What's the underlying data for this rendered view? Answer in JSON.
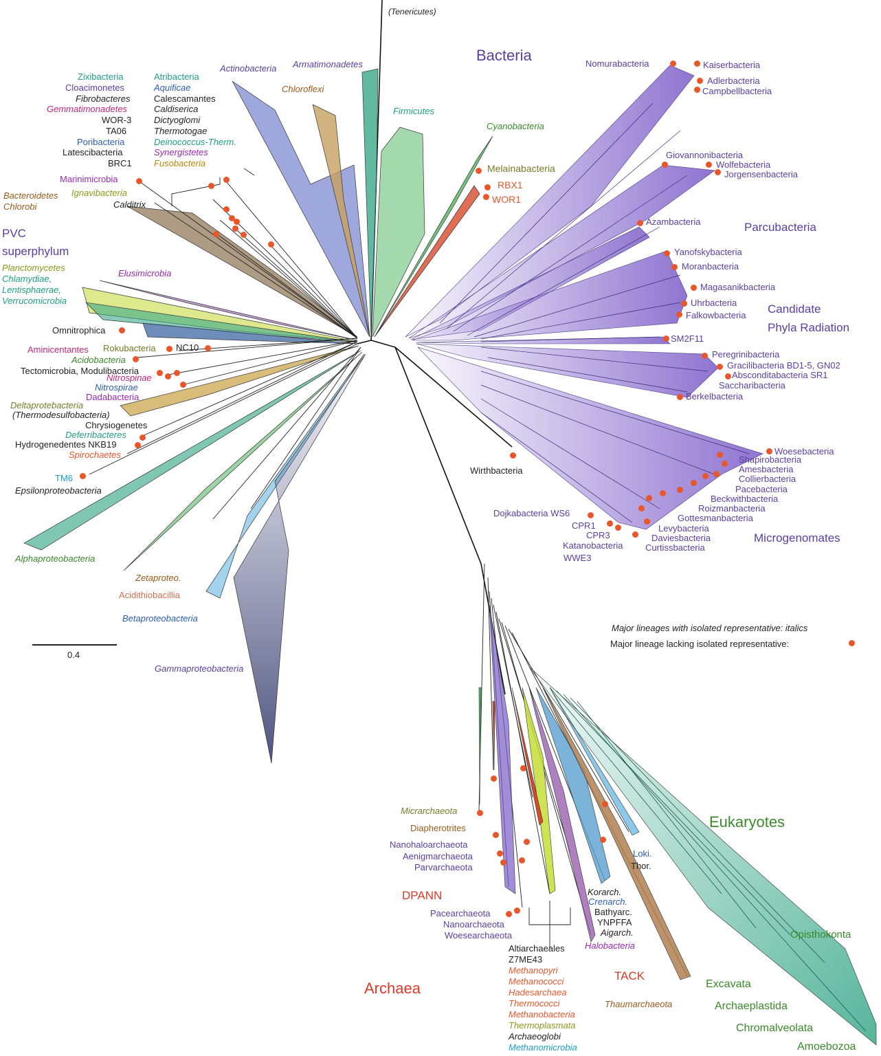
{
  "top_label": "(Tenericutes)",
  "domains": {
    "bacteria": "Bacteria",
    "archaea": "Archaea",
    "eukaryotes": "Eukaryotes"
  },
  "groups": {
    "pvc1": "PVC",
    "pvc2": "superphylum",
    "parcubacteria": "Parcubacteria",
    "cpr1": "Candidate",
    "cpr2": "Phyla Radiation",
    "microgenomates": "Microgenomates",
    "dpann": "DPANN",
    "tack": "TACK"
  },
  "legend": {
    "italics": "Major lineages with isolated representative: italics",
    "dot": "Major lineage lacking isolated representative:"
  },
  "scale": "0.4",
  "labels": {
    "zixibacteria": "Zixibacteria",
    "cloacimonetes": "Cloacimonetes",
    "fibrobacteres": "Fibrobacteres",
    "gemmatimonadetes": "Gemmatimonadetes",
    "wor3": "WOR-3",
    "ta06": "TA06",
    "poribacteria": "Poribacteria",
    "latescibacteria": "Latescibacteria",
    "brc1": "BRC1",
    "atribacteria": "Atribacteria",
    "aquificae": "Aquificae",
    "calescamantes": "Calescamantes",
    "caldiserica": "Caldiserica",
    "dictyoglomi": "Dictyoglomi",
    "thermotogae": "Thermotogae",
    "deinococcus": "Deinococcus-Therm.",
    "synergistetes": "Synergistetes",
    "fusobacteria": "Fusobacteria",
    "actinobacteria": "Actinobacteria",
    "armatimonadetes": "Armatimonadetes",
    "chloroflexi": "Chloroflexi",
    "firmicutes": "Firmicutes",
    "cyanobacteria": "Cyanobacteria",
    "melainabacteria": "Melainabacteria",
    "rbx1": "RBX1",
    "wor1": "WOR1",
    "marinimicrobia": "Marinimicrobia",
    "ignavibacteria": "Ignavibacteria",
    "calditrix": "Calditrix",
    "bacteroidetes": "Bacteroidetes",
    "chlorobi": "Chlorobi",
    "planctomycetes": "Planctomycetes",
    "chlamydiae": "Chlamydiae,",
    "lentisphaerae": "Lentisphaerae,",
    "verrucomicrobia": "Verrucomicrobia",
    "elusimicrobia": "Elusimicrobia",
    "omnitrophica": "Omnitrophica",
    "aminicentantes": "Aminicentantes",
    "rokubacteria": "Rokubacteria",
    "nc10": "NC10",
    "acidobacteria": "Acidobacteria",
    "tectomicrobia": "Tectomicrobia, Modulibacteria",
    "nitrospinae": "Nitrospinae",
    "nitrospirae": "Nitrospirae",
    "dadabacteria": "Dadabacteria",
    "deltaproteobacteria": "Deltaprotebacteria",
    "thermodesulfobacteria": "(Thermodesulfobacteria)",
    "chrysiogenetes": "Chrysiogenetes",
    "deferribacteres": "Deferribacteres",
    "hydrogenedentes": "Hydrogenedentes NKB19",
    "spirochaetes": "Spirochaetes",
    "tm6": "TM6",
    "epsilonproteobacteria": "Epsilonproteobacteria",
    "alphaproteobacteria": "Alphaproteobacteria",
    "zetaproteo": "Zetaproteo.",
    "acidithiobacillia": "Acidithiobacillia",
    "betaproteobacteria": "Betaproteobacteria",
    "gammaproteobacteria": "Gammaproteobacteria",
    "nomurabacteria": "Nomurabacteria",
    "kaiserbacteria": "Kaiserbacteria",
    "adlerbacteria": "Adlerbacteria",
    "campbellbacteria": "Campbellbacteria",
    "giovannonibacteria": "Giovannonibacteria",
    "wolfebacteria": "Wolfebacteria",
    "jorgensenbacteria": "Jorgensenbacteria",
    "azambacteria": "Azambacteria",
    "yanofskybacteria": "Yanofskybacteria",
    "moranbacteria": "Moranbacteria",
    "magasanikbacteria": "Magasanikbacteria",
    "uhrbacteria": "Uhrbacteria",
    "falkowbacteria": "Falkowbacteria",
    "sm2f11": "SM2F11",
    "peregrinibacteria": "Peregrinibacteria",
    "gracilibacteria": "Gracilibacteria BD1-5, GN02",
    "absconditabacteria": "Absconditabacteria SR1",
    "saccharibacteria": "Saccharibacteria",
    "berkelbacteria": "Berkelbacteria",
    "woesebacteria": "Woesebacteria",
    "shapirobacteria": "Shapirobacteria",
    "amesbacteria": "Amesbacteria",
    "collierbacteria": "Collierbacteria",
    "pacebacteria": "Pacebacteria",
    "beckwithbacteria": "Beckwithbacteria",
    "roizmanbacteria": "Roizmanbacteria",
    "gottesmanbacteria": "Gottesmanbacteria",
    "levybacteria": "Levybacteria",
    "daviesbacteria": "Daviesbacteria",
    "curtissbacteria": "Curtissbacteria",
    "wirthbacteria": "Wirthbacteria",
    "dojkabacteria": "Dojkabacteria WS6",
    "cpr1": "CPR1",
    "cpr3": "CPR3",
    "katanobacteria": "Katanobacteria",
    "wwe3": "WWE3",
    "micrarchaeota": "Micrarchaeota",
    "diapherotrites": "Diapherotrites",
    "nanohaloarchaeota": "Nanohaloarchaeota",
    "aenigmarchaeota": "Aenigmarchaeota",
    "parvarchaeota": "Parvarchaeota",
    "pacearchaeota": "Pacearchaeota",
    "nanoarchaeota": "Nanoarchaeota",
    "woesearchaeota": "Woesearchaeota",
    "altiarchaeales": "Altiarchaeales",
    "z7me43": "Z7ME43",
    "methanopyri": "Methanopyri",
    "methanococci": "Methanococci",
    "hadesarchaea": "Hadesarchaea",
    "thermococci": "Thermococci",
    "methanobacteria": "Methanobacteria",
    "thermoplasmata": "Thermoplasmata",
    "archaeoglobi": "Archaeoglobi",
    "methanomicrobia": "Methanomicrobia",
    "loki": "Loki.",
    "thor": "Thor.",
    "korarch": "Korarch.",
    "crenarch": "Crenarch.",
    "bathyarc": "Bathyarc.",
    "ynpffa": "YNPFFA",
    "aigarch": "Aigarch.",
    "halobacteria": "Halobacteria",
    "thaumarchaeota": "Thaumarchaeota",
    "opisthokonta": "Opisthokonta",
    "excavata": "Excavata",
    "archaeplastida": "Archaeplastida",
    "chromalveolata": "Chromalveolata",
    "amoebozoa": "Amoebozoa"
  },
  "colors": {
    "purple": "#7b5cc8",
    "teal": "#3aa88a",
    "blue": "#5060c0",
    "tan": "#c8a060",
    "green": "#5ab86a",
    "gray": "#6a6f98",
    "lightblue": "#8cc8e8",
    "brown": "#b08050",
    "olive": "#a8b440",
    "red": "#d84a2a",
    "dot": "#e8562a"
  }
}
